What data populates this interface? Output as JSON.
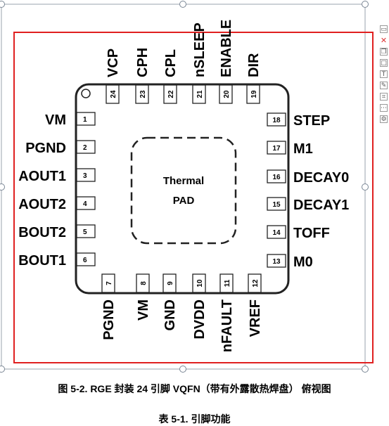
{
  "diagram": {
    "pins_left": [
      {
        "num": "1",
        "label": "VM"
      },
      {
        "num": "2",
        "label": "PGND"
      },
      {
        "num": "3",
        "label": "AOUT1"
      },
      {
        "num": "4",
        "label": "AOUT2"
      },
      {
        "num": "5",
        "label": "BOUT2"
      },
      {
        "num": "6",
        "label": "BOUT1"
      }
    ],
    "pins_bottom": [
      {
        "num": "7",
        "label": "PGND"
      },
      {
        "num": "8",
        "label": "VM"
      },
      {
        "num": "9",
        "label": "GND"
      },
      {
        "num": "10",
        "label": "DVDD"
      },
      {
        "num": "11",
        "label": "nFAULT"
      },
      {
        "num": "12",
        "label": "VREF"
      }
    ],
    "pins_right": [
      {
        "num": "13",
        "label": "M0"
      },
      {
        "num": "14",
        "label": "TOFF"
      },
      {
        "num": "15",
        "label": "DECAY1"
      },
      {
        "num": "16",
        "label": "DECAY0"
      },
      {
        "num": "17",
        "label": "M1"
      },
      {
        "num": "18",
        "label": "STEP"
      }
    ],
    "pins_top": [
      {
        "num": "19",
        "label": "DIR"
      },
      {
        "num": "20",
        "label": "ENABLE"
      },
      {
        "num": "21",
        "label": "nSLEEP"
      },
      {
        "num": "22",
        "label": "CPL"
      },
      {
        "num": "23",
        "label": "CPH"
      },
      {
        "num": "24",
        "label": "VCP"
      }
    ],
    "thermal_pad_line1": "Thermal",
    "thermal_pad_line2": "PAD",
    "selection_color": "#e02020"
  },
  "caption": "图 5-2. RGE 封装 24 引脚 VQFN（带有外露散热焊盘） 俯视图",
  "subcaption": "表 5-1. 引脚功能",
  "toolbar": {
    "icons": [
      "layout-icon",
      "close-icon",
      "copy-icon",
      "frame-icon",
      "text-icon",
      "edit-icon",
      "crop-icon",
      "more-icon",
      "settings-icon"
    ]
  }
}
